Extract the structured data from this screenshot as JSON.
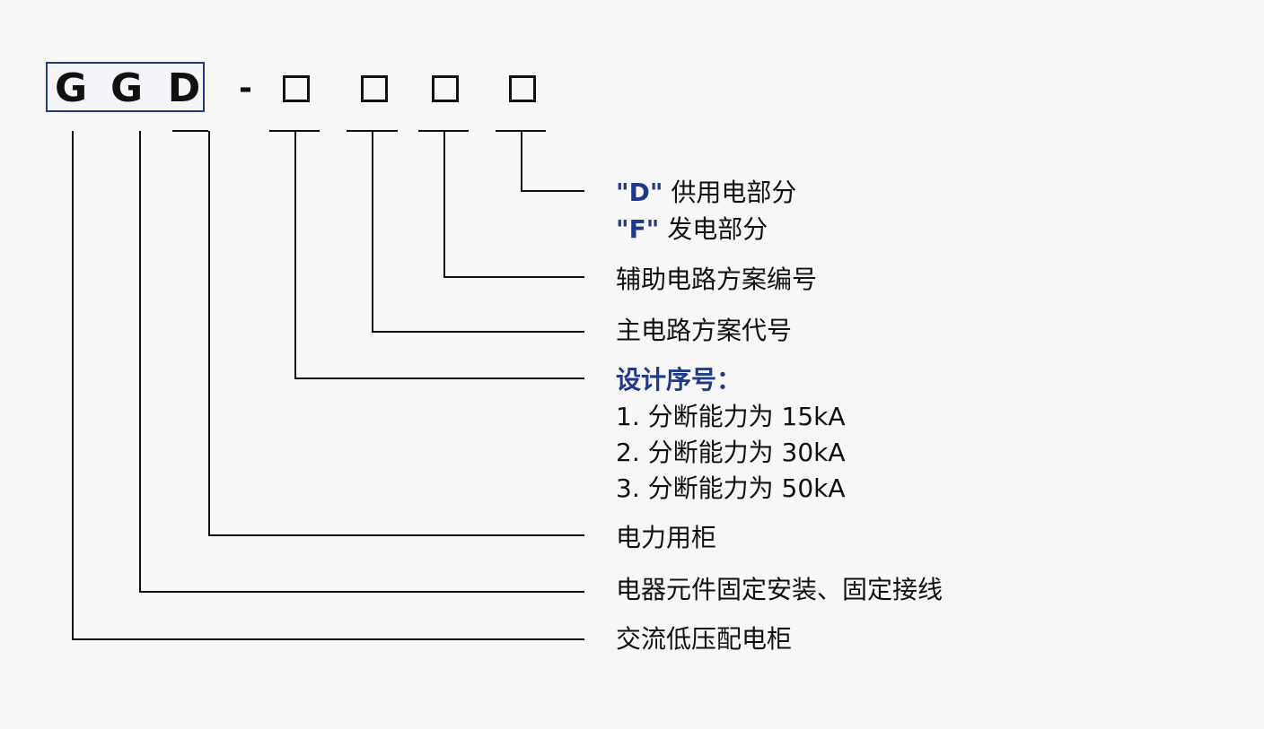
{
  "code": {
    "letters": [
      "G",
      "G",
      "D"
    ],
    "dash": "-",
    "placeholders": [
      "□",
      "□",
      "□",
      "□"
    ]
  },
  "labels": {
    "l1_code": "\"D\"",
    "l1_text": "供用电部分",
    "l2_code": "\"F\"",
    "l2_text": "发电部分",
    "aux": "辅助电路方案编号",
    "main": "主电路方案代号",
    "design_title": "设计序号：",
    "design_items": [
      "1. 分断能力为 15kA",
      "2. 分断能力为 30kA",
      "3. 分断能力为 50kA"
    ],
    "power": "电力用柜",
    "fixed": "电器元件固定安装、固定接线",
    "ac": "交流低压配电柜"
  },
  "colors": {
    "accent": "#1f3a8a",
    "line": "#111111",
    "background": "#f7f7f7"
  }
}
